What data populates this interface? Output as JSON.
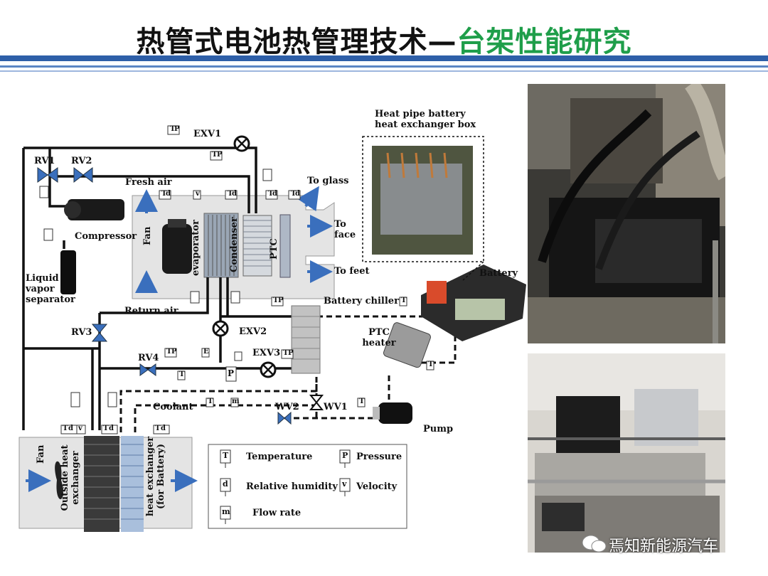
{
  "header": {
    "title_main": "热管式电池热管理技术—",
    "title_sub": "台架性能研究"
  },
  "colors": {
    "title_sub": "#1f9e4a",
    "header_bar": "#2e5fa8",
    "arrow": "#3a6fbd",
    "pipe": "#111111"
  },
  "diagram": {
    "labels": {
      "exv1": "EXV1",
      "rv1": "RV1",
      "rv2": "RV2",
      "fresh_air": "Fresh air",
      "to_glass": "To glass",
      "to_face": "To\nface",
      "to_feet": "To feet",
      "compressor": "Compressor",
      "liquid_vapor_separator": "Liquid\nvapor\nseparator",
      "fan_hvac": "Fan",
      "evaporator": "evaporator",
      "condenser": "Condenser",
      "ptc": "PTC",
      "return_air": "Return air",
      "rv3": "RV3",
      "exv2": "EXV2",
      "exv3": "EXV3",
      "rv4": "RV4",
      "battery_chiller": "Battery chiller",
      "ptc_heater": "PTC\nheater",
      "battery": "Battery",
      "coolant": "Coolant",
      "wv1": "WV1",
      "wv2": "WV2",
      "pump": "Pump",
      "heatpipe_box": "Heat pipe battery\nheat exchanger box",
      "fan_outside": "Fan",
      "outside_hx": "Outside heat\nexchanger",
      "battery_hx": "heat exchanger\n(for Battery)"
    },
    "sensor_letters": {
      "T": "T",
      "P": "P",
      "d": "d",
      "v": "v",
      "m": "m",
      "E": "E"
    },
    "legend": {
      "temperature": "Temperature",
      "pressure": "Pressure",
      "humidity": "Relative humidity",
      "velocity": "Velocity",
      "flow": "Flow rate"
    }
  },
  "watermark": "焉知新能源汽车"
}
